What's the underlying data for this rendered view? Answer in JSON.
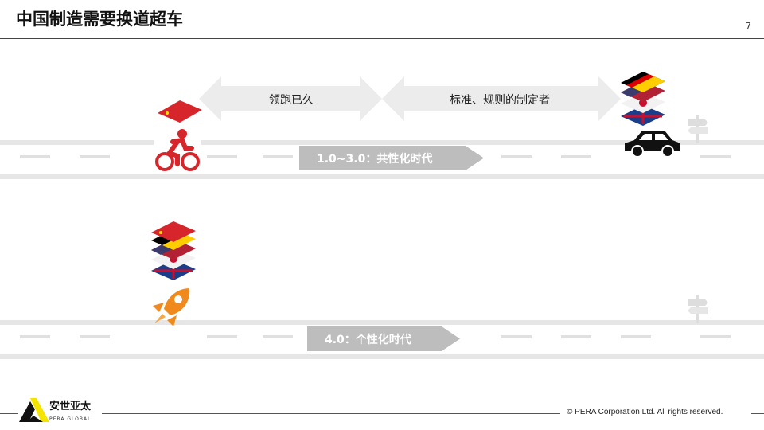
{
  "header": {
    "title": "中国制造需要换道超车",
    "page_number": "7"
  },
  "arrows": {
    "left_label": "领跑已久",
    "right_label": "标准、规则的制定者"
  },
  "eras": {
    "top": "1.0~3.0：共性化时代",
    "bottom": "4.0：个性化时代"
  },
  "footer": {
    "logo_text": "安世亚太",
    "logo_sub": "PERA GLOBAL",
    "copyright": "©  PERA Corporation Ltd. All rights reserved."
  },
  "colors": {
    "red": "#d7262b",
    "orange": "#f08a1c",
    "road": "#e6e6e6",
    "era_bg": "#bdbdbd"
  }
}
